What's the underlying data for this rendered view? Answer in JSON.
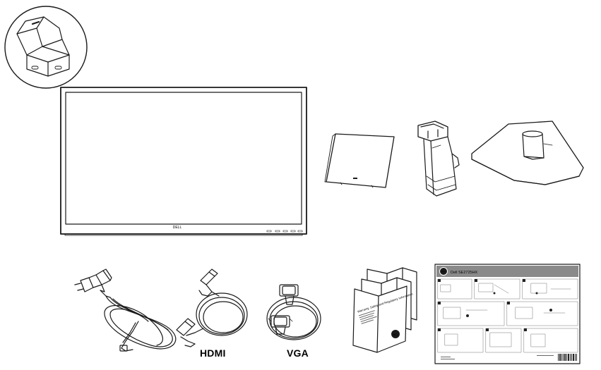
{
  "items": {
    "monitor": {
      "brand": "DELL"
    },
    "hdmi_cable": {
      "label": "HDMI"
    },
    "vga_cable": {
      "label": "VGA"
    },
    "documents": {
      "booklet_title": "Warranty, Safety and Regulatory Information",
      "brand_badge": "DELL"
    },
    "quick_setup_guide": {
      "title": "Dell SE2725HX",
      "brand_badge": "DELL"
    }
  }
}
